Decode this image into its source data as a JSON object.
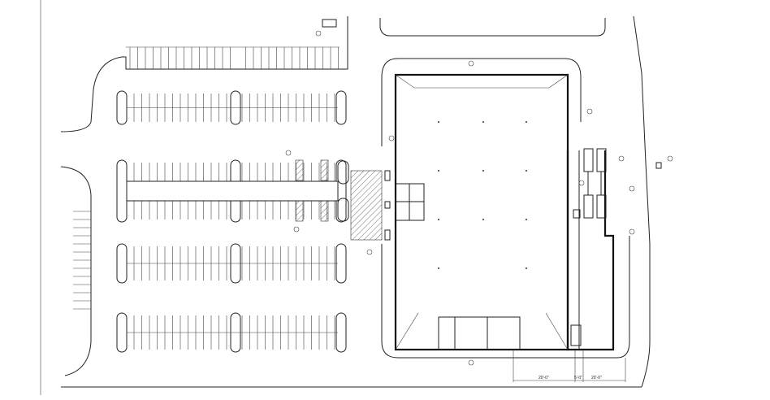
{
  "drawing": {
    "dimensions": [
      "20'-0\"",
      "5'-0\"",
      "20'-0\""
    ]
  }
}
